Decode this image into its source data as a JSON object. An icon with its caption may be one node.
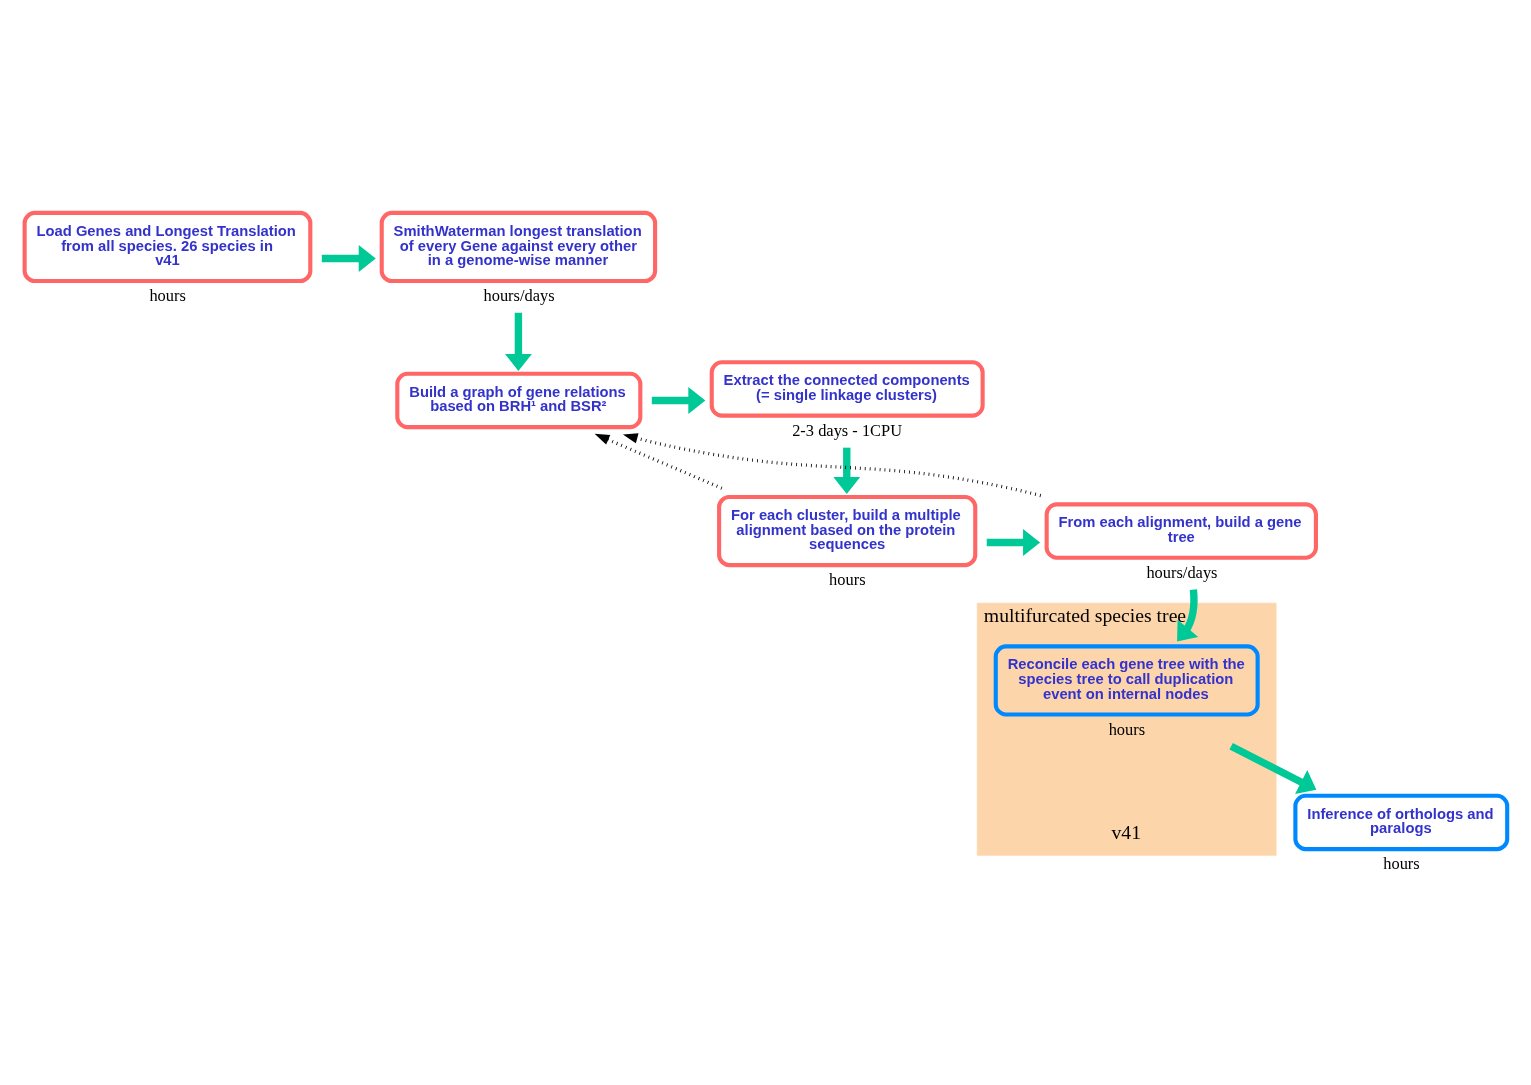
{
  "diagram": {
    "nodes": [
      {
        "text": [
          "Load Genes and Longest Translation from all species. 26 species in v41"
        ],
        "beside": [
          "hours"
        ]
      },
      {
        "text": [
          "SmithWaterman longest translation of every Gene against every other in a genome-wise manner"
        ],
        "beside": [
          "hours/days"
        ]
      },
      {
        "text": [
          "Build a graph of gene relations based on BRH¹ and BSR²"
        ]
      },
      {
        "text": [
          "Extract the connected components (= single linkage clusters)"
        ],
        "beside": [
          "2-3 days - 1CPU"
        ]
      },
      {
        "text": [
          "For each cluster, build a multiple alignment based on the protein sequences"
        ],
        "beside": [
          "hours"
        ]
      },
      {
        "text": [
          "From each alignment, build a gene tree"
        ],
        "beside": [
          "hours/days"
        ]
      },
      {
        "text": [
          "multifurcated species tree",
          "v41"
        ]
      },
      {
        "text": [
          "Reconcile each gene tree with the species tree to call duplication event on internal nodes"
        ],
        "in": 6,
        "beside": [
          "hours"
        ]
      },
      {
        "text": [
          "Inference of orthologs and paralogs"
        ],
        "beside": [
          "hours"
        ]
      }
    ],
    "edges": [
      {
        "from": 0,
        "to": 1,
        "arrow": "to"
      },
      {
        "from": 1,
        "to": 2,
        "arrow": "to"
      },
      {
        "from": 2,
        "to": 3,
        "arrow": "to"
      },
      {
        "from": 3,
        "to": 4,
        "arrow": "to"
      },
      {
        "from": 4,
        "to": 5,
        "arrow": "to"
      },
      {
        "from": 5,
        "to": 7,
        "arrow": "to"
      },
      {
        "from": 7,
        "to": 8,
        "arrow": "to"
      },
      {
        "from": 4,
        "to": 2,
        "arrow": "to",
        "style": "dashed",
        "color": "#000000"
      },
      {
        "from": 5,
        "to": 2,
        "arrow": "to",
        "style": "dashed",
        "color": "#000000"
      }
    ]
  }
}
